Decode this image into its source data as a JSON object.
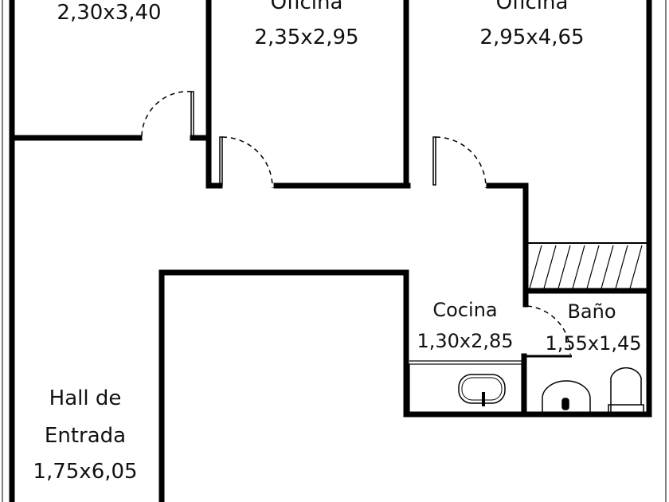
{
  "rooms": [
    {
      "name": "",
      "size": "2,30x3,40"
    },
    {
      "name": "Oficina",
      "size": "2,35x2,95"
    },
    {
      "name": "Oficina",
      "size": "2,95x4,65"
    },
    {
      "name": "Cocina",
      "size": "1,30x2,85"
    },
    {
      "name": "Baño",
      "size": "1,55x1,45"
    },
    {
      "name_line1": "Hall de",
      "name_line2": "Entrada",
      "size": "1,75x6,05"
    }
  ],
  "colors": {
    "wall": "#000000",
    "background": "#ffffff"
  }
}
